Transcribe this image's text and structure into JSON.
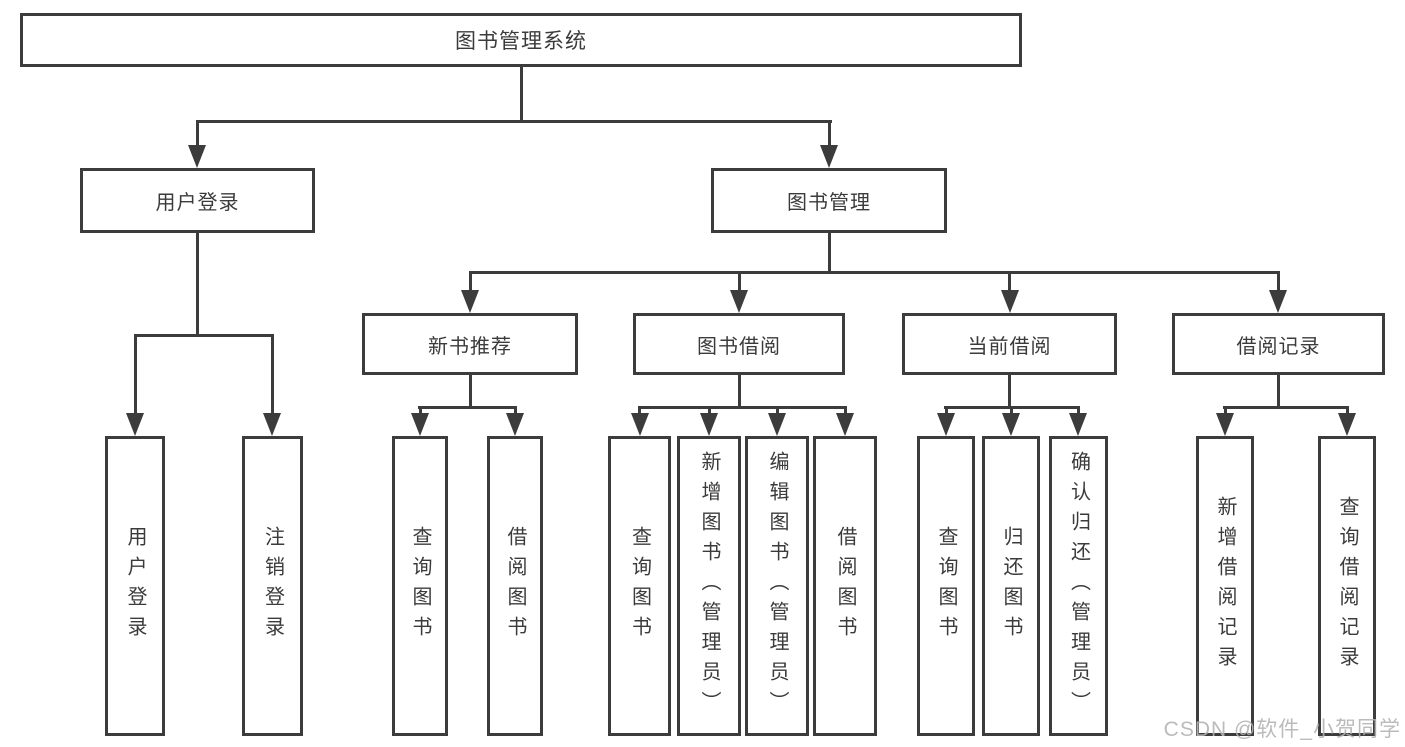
{
  "colors": {
    "line": "#3c3c3c",
    "text": "#3b3b3b",
    "background": "#ffffff",
    "watermark": "#b4b4b4"
  },
  "tree": {
    "root": "图书管理系统",
    "children": [
      {
        "label": "用户登录",
        "children": [
          {
            "label": "用户登录"
          },
          {
            "label": "注销登录"
          }
        ]
      },
      {
        "label": "图书管理",
        "children": [
          {
            "label": "新书推荐",
            "children": [
              {
                "label": "查询图书"
              },
              {
                "label": "借阅图书"
              }
            ]
          },
          {
            "label": "图书借阅",
            "children": [
              {
                "label": "查询图书"
              },
              {
                "label": "新增图书（管理员）"
              },
              {
                "label": "编辑图书（管理员）"
              },
              {
                "label": "借阅图书"
              }
            ]
          },
          {
            "label": "当前借阅",
            "children": [
              {
                "label": "查询图书"
              },
              {
                "label": "归还图书"
              },
              {
                "label": "确认归还（管理员）"
              }
            ]
          },
          {
            "label": "借阅记录",
            "children": [
              {
                "label": "新增借阅记录"
              },
              {
                "label": "查询借阅记录"
              }
            ]
          }
        ]
      }
    ]
  },
  "watermark": {
    "text": "CSDN @软件_小贺同学"
  }
}
